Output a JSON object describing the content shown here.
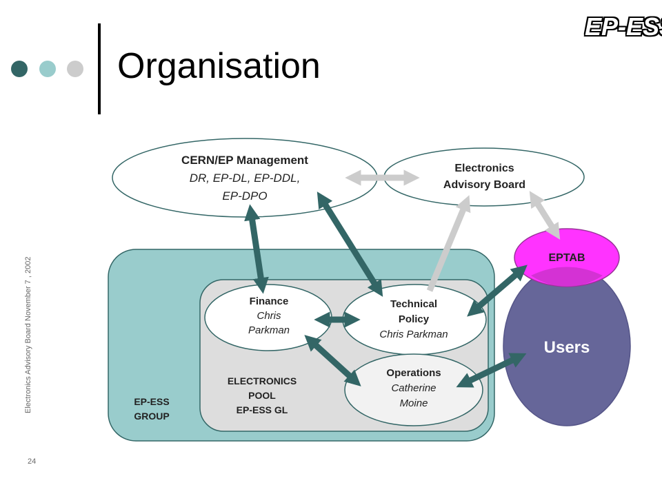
{
  "title": "Organisation",
  "logo_text": "EP-ESS",
  "side_text": "Electronics Advisory Board   November 7 , 2002",
  "page_number": "24",
  "colors": {
    "group_fill": "#99cccc",
    "pool_fill": "#dddddd",
    "arrow_dark": "#336666",
    "arrow_light": "#cccccc",
    "users_fill": "#666699",
    "eptab_fill": "#ff33ff"
  },
  "nodes": {
    "management": {
      "title": "CERN/EP Management",
      "line2": "DR, EP-DL, EP-DDL,",
      "line3": "EP-DPO"
    },
    "eab": {
      "line1": "Electronics",
      "line2": "Advisory Board"
    },
    "eptab": {
      "label": "EPTAB"
    },
    "users": {
      "label": "Users"
    },
    "finance": {
      "title": "Finance",
      "line2": "Chris",
      "line3": "Parkman"
    },
    "technical": {
      "line1": "Technical",
      "line2": "Policy",
      "line3": "Chris Parkman"
    },
    "operations": {
      "title": "Operations",
      "line2": "Catherine",
      "line3": "Moine"
    },
    "pool": {
      "line1": "ELECTRONICS",
      "line2": "POOL",
      "line3": "EP-ESS GL"
    },
    "group": {
      "line1": "EP-ESS",
      "line2": "GROUP"
    }
  }
}
